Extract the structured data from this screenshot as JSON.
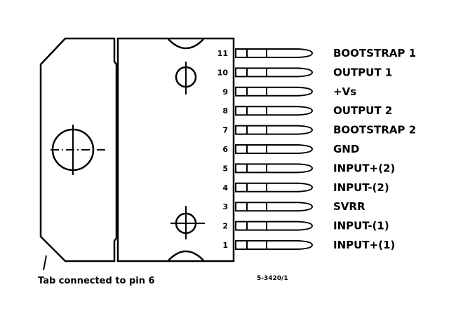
{
  "pins": [
    {
      "number": "11",
      "label": "BOOTSTRAP 1"
    },
    {
      "number": "10",
      "label": "OUTPUT 1"
    },
    {
      "number": "9",
      "label": "+Vs"
    },
    {
      "number": "8",
      "label": "OUTPUT 2"
    },
    {
      "number": "7",
      "label": "BOOTSTRAP 2"
    },
    {
      "number": "6",
      "label": "GND"
    },
    {
      "number": "5",
      "label": "INPUT+(2)"
    },
    {
      "number": "4",
      "label": "INPUT-(2)"
    },
    {
      "number": "3",
      "label": "SVRR"
    },
    {
      "number": "2",
      "label": "INPUT-(1)"
    },
    {
      "number": "1",
      "label": "INPUT+(1)"
    }
  ],
  "caption": "Tab connected  to pin 6",
  "figure_code": "5-3420/1"
}
